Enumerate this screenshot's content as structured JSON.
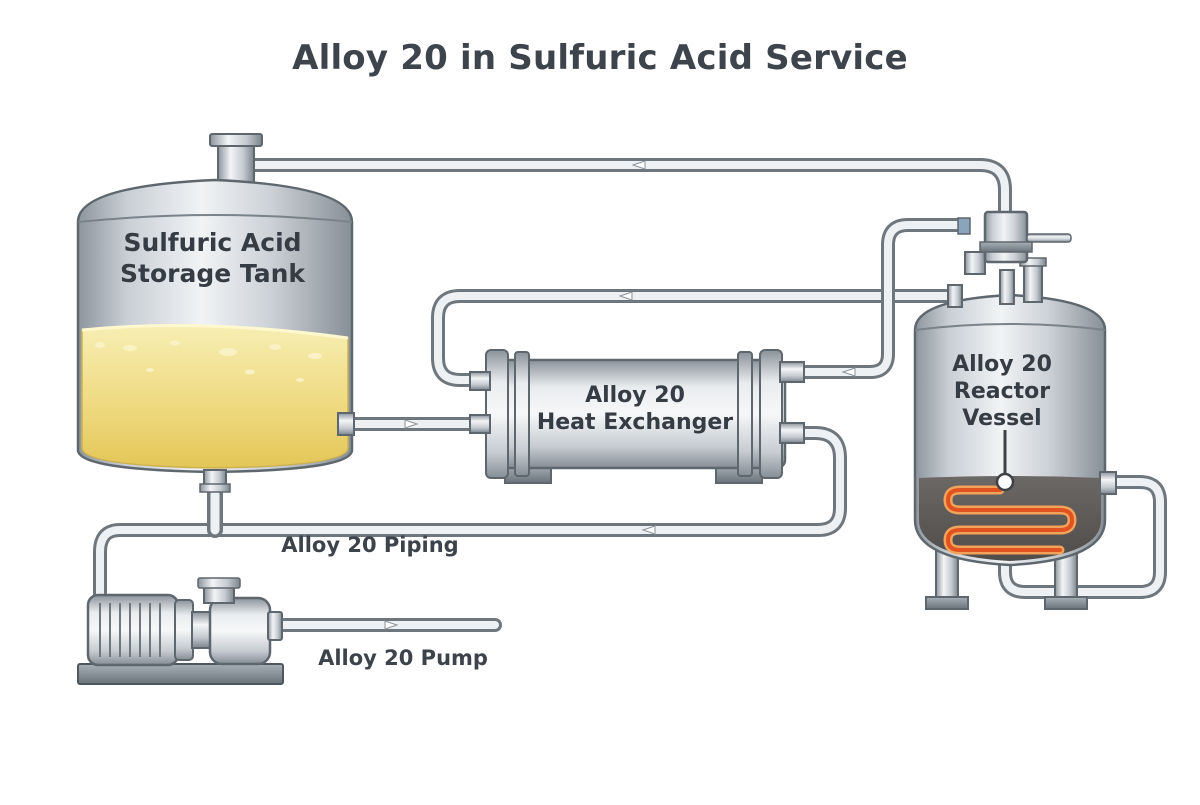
{
  "title": "Alloy 20 in Sulfuric Acid Service",
  "labels": {
    "storage_tank_line1": "Sulfuric Acid",
    "storage_tank_line2": "Storage Tank",
    "heat_exchanger_line1": "Alloy 20",
    "heat_exchanger_line2": "Heat Exchanger",
    "reactor_line1": "Alloy 20",
    "reactor_line2": "Reactor Vessel",
    "piping": "Alloy 20 Piping",
    "pump": "Alloy 20 Pump"
  },
  "colors": {
    "steel_light": "#eef1f4",
    "steel_mid": "#c3c9cf",
    "steel_dark": "#7d858d",
    "outline": "#5e666e",
    "acid_light": "#f6eba8",
    "acid_dark": "#e7cc63",
    "dark_liquid": "#5f5c5a",
    "heating_coil": "#e8652a",
    "title_text": "#3d444c"
  }
}
